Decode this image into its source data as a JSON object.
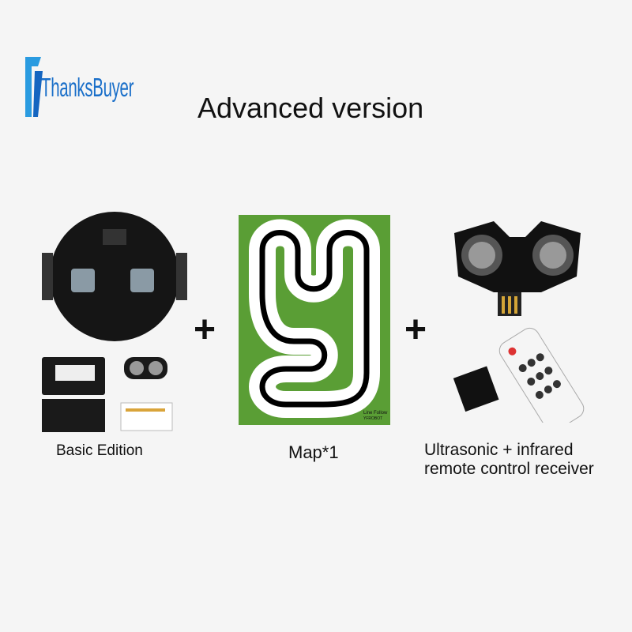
{
  "brand": {
    "logo_text": "ThanksBuyer",
    "color": "#1a6fc9"
  },
  "title": "Advanced version",
  "items": [
    {
      "caption": "Basic Edition"
    },
    {
      "caption": "Map*1",
      "map_label_line1": "Line Follow",
      "map_label_line2": "YFROBOT"
    },
    {
      "caption_line1": "Ultrasonic + infrared",
      "caption_line2": "remote control receiver"
    }
  ],
  "plus_sign": "+",
  "colors": {
    "map_green": "#5a9e35",
    "board": "#151515"
  }
}
